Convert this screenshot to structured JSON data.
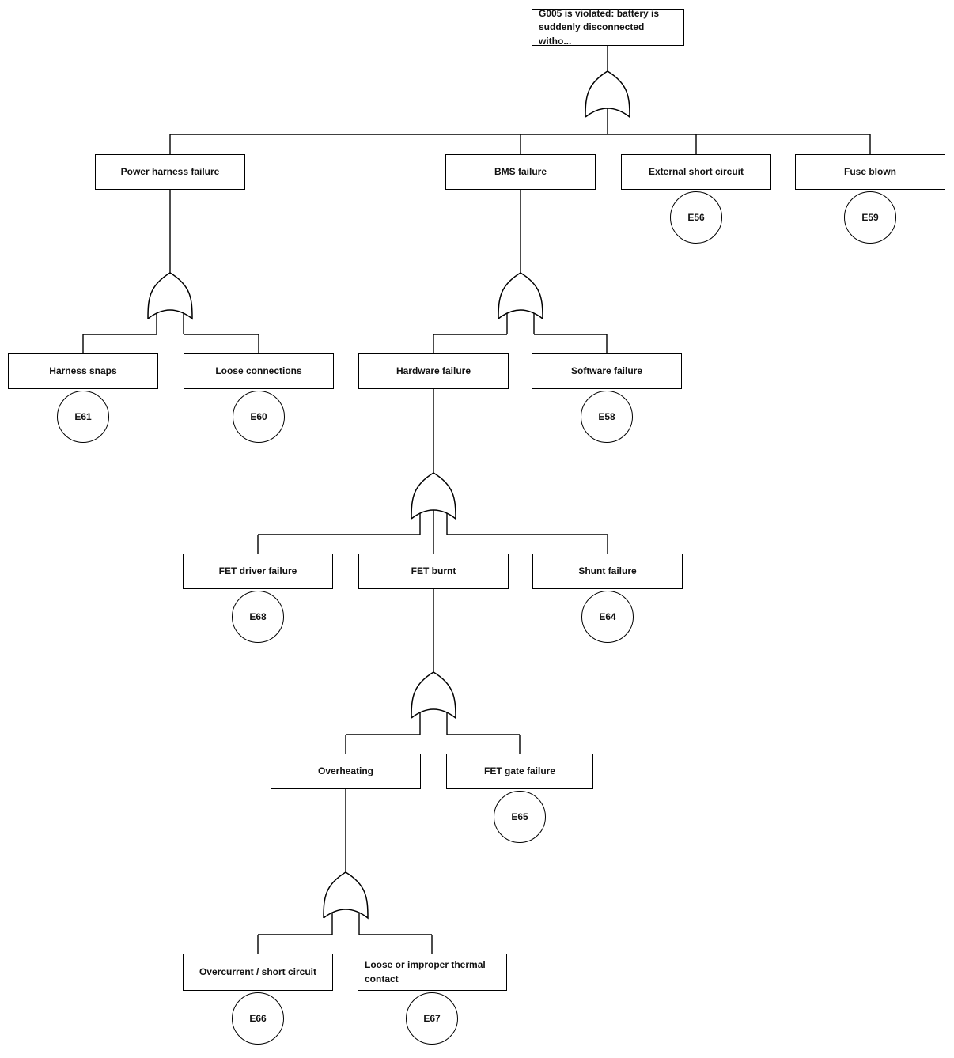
{
  "diagram": {
    "type": "fault-tree",
    "gate_type": "OR",
    "nodes": {
      "top_event": {
        "label": "G005 is violated: battery is suddenly disconnected witho..."
      },
      "power_harness_failure": {
        "label": "Power harness failure"
      },
      "bms_failure": {
        "label": "BMS failure"
      },
      "external_short_circuit": {
        "label": "External short circuit",
        "event_id": "E56"
      },
      "fuse_blown": {
        "label": "Fuse blown",
        "event_id": "E59"
      },
      "harness_snaps": {
        "label": "Harness snaps",
        "event_id": "E61"
      },
      "loose_connections": {
        "label": "Loose connections",
        "event_id": "E60"
      },
      "hardware_failure": {
        "label": "Hardware failure"
      },
      "software_failure": {
        "label": "Software failure",
        "event_id": "E58"
      },
      "fet_driver_failure": {
        "label": "FET driver failure",
        "event_id": "E68"
      },
      "fet_burnt": {
        "label": "FET burnt"
      },
      "shunt_failure": {
        "label": "Shunt failure",
        "event_id": "E64"
      },
      "overheating": {
        "label": "Overheating"
      },
      "fet_gate_failure": {
        "label": "FET gate failure",
        "event_id": "E65"
      },
      "overcurrent_short_circuit": {
        "label": "Overcurrent / short circuit",
        "event_id": "E66"
      },
      "loose_thermal_contact": {
        "label": "Loose or improper thermal contact",
        "event_id": "E67"
      }
    },
    "structure": {
      "top_event_children": [
        "power_harness_failure",
        "bms_failure",
        "external_short_circuit",
        "fuse_blown"
      ],
      "power_harness_failure_children": [
        "harness_snaps",
        "loose_connections"
      ],
      "bms_failure_children": [
        "hardware_failure",
        "software_failure"
      ],
      "hardware_failure_children": [
        "fet_driver_failure",
        "fet_burnt",
        "shunt_failure"
      ],
      "fet_burnt_children": [
        "overheating",
        "fet_gate_failure"
      ],
      "overheating_children": [
        "overcurrent_short_circuit",
        "loose_thermal_contact"
      ]
    }
  }
}
